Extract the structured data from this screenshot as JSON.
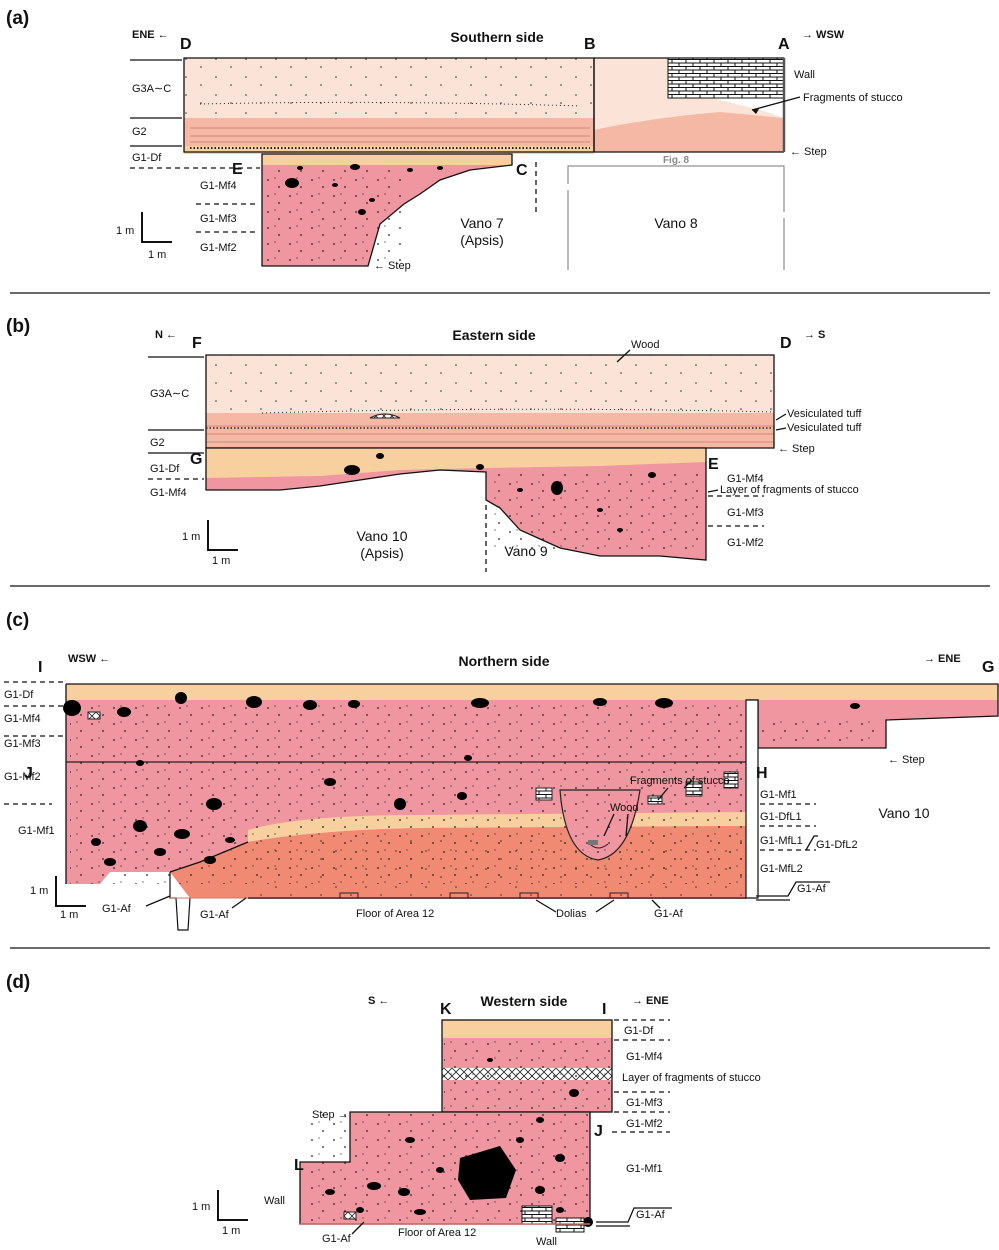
{
  "panels": {
    "a": {
      "label": "(a)",
      "title": "Southern side",
      "dir_left": "ENE ←",
      "dir_right": "→ WSW",
      "points": {
        "D": "D",
        "B": "B",
        "A": "A",
        "E": "E",
        "C": "C"
      },
      "layers": [
        "G3A∼C",
        "G2",
        "G1-Df",
        "G1-Mf4",
        "G1-Mf3",
        "G1-Mf2"
      ],
      "notes": {
        "wall": "Wall",
        "stucco": "Fragments of stucco",
        "step1": "← Step",
        "step2": "← Step",
        "fig": "Fig. 8"
      },
      "vano7": "Vano 7",
      "vano7b": "(Apsis)",
      "vano8": "Vano 8",
      "scale_v": "1 m",
      "scale_h": "1 m"
    },
    "b": {
      "label": "(b)",
      "title": "Eastern side",
      "dir_left": "N ←",
      "dir_right": "→ S",
      "points": {
        "F": "F",
        "D": "D",
        "G": "G",
        "E": "E"
      },
      "layers": [
        "G3A∼C",
        "G2",
        "G1-Df",
        "G1-Mf4"
      ],
      "right_layers": [
        "G1-Mf4",
        "G1-Mf3",
        "G1-Mf2"
      ],
      "notes": {
        "wood": "Wood",
        "tuff1": "Vesiculated tuff",
        "tuff2": "Vesiculated tuff",
        "step": "← Step",
        "stucco": "Layer of fragments of stucco"
      },
      "vano10": "Vano 10",
      "vano10b": "(Apsis)",
      "vano9": "Vano 9",
      "scale_v": "1 m",
      "scale_h": "1 m"
    },
    "c": {
      "label": "(c)",
      "title": "Northern side",
      "dir_left": "WSW ←",
      "dir_right": "→ ENE",
      "points": {
        "I": "I",
        "G": "G",
        "J": "J",
        "H": "H"
      },
      "layers": [
        "G1-Df",
        "G1-Mf4",
        "G1-Mf3",
        "G1-Mf2",
        "G1-Mf1"
      ],
      "right_layers": [
        "G1-Mf1",
        "G1-DfL1",
        "G1-MfL1",
        "G1-DfL2",
        "G1-MfL2",
        "G1-Af"
      ],
      "notes": {
        "stucco": "Fragments of stucco",
        "wood": "Wood",
        "step": "← Step",
        "af1": "G1-Af",
        "af2": "G1-Af",
        "af3": "G1-Af",
        "floor": "Floor of Area 12",
        "dolias": "Dolias"
      },
      "vano10": "Vano 10",
      "scale_v": "1 m",
      "scale_h": "1 m"
    },
    "d": {
      "label": "(d)",
      "title": "Western side",
      "dir_left": "S ←",
      "dir_right": "→ ENE",
      "points": {
        "K": "K",
        "I": "I",
        "L": "L",
        "J": "J"
      },
      "right_layers": [
        "G1-Df",
        "G1-Mf4",
        "G1-Mf3",
        "G1-Mf2",
        "G1-Mf1",
        "G1-Af"
      ],
      "notes": {
        "stucco": "Layer of fragments of stucco",
        "step": "Step →",
        "wall1": "Wall",
        "wall2": "Wall",
        "af": "G1-Af",
        "floor": "Floor of Area 12"
      },
      "scale_v": "1 m",
      "scale_h": "1 m"
    }
  },
  "colors": {
    "g3": "#fbe3d8",
    "g2": "#f4b8a4",
    "df": "#f8cf9f",
    "mf": "#ef96a0",
    "mfl2": "#f08a72",
    "stone": "#000000"
  }
}
